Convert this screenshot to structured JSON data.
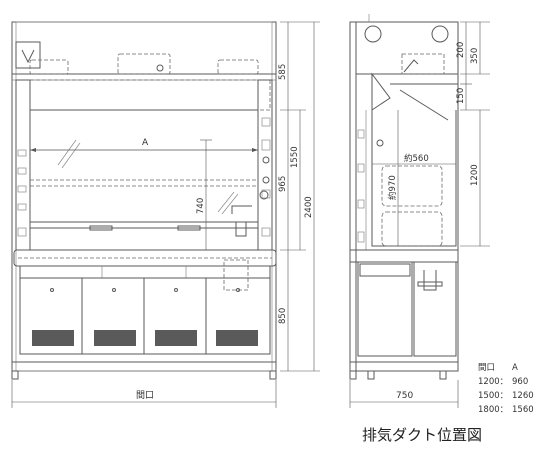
{
  "front_view": {
    "width_label": "A",
    "bottom_width_label": "間口",
    "dims_right": [
      "585",
      "1550",
      "965",
      "2400",
      "740",
      "850"
    ]
  },
  "side_view": {
    "width_label": "750",
    "depth_label": "約560",
    "height_label": "約970",
    "dims_right": [
      "200",
      "350",
      "150",
      "1200"
    ]
  },
  "table": {
    "header_left": "間口",
    "header_right": "A",
    "rows": [
      {
        "size": "1200：",
        "a": "960"
      },
      {
        "size": "1500：",
        "a": "1260"
      },
      {
        "size": "1800：",
        "a": "1560"
      }
    ]
  },
  "caption": "排気ダクト位置図"
}
